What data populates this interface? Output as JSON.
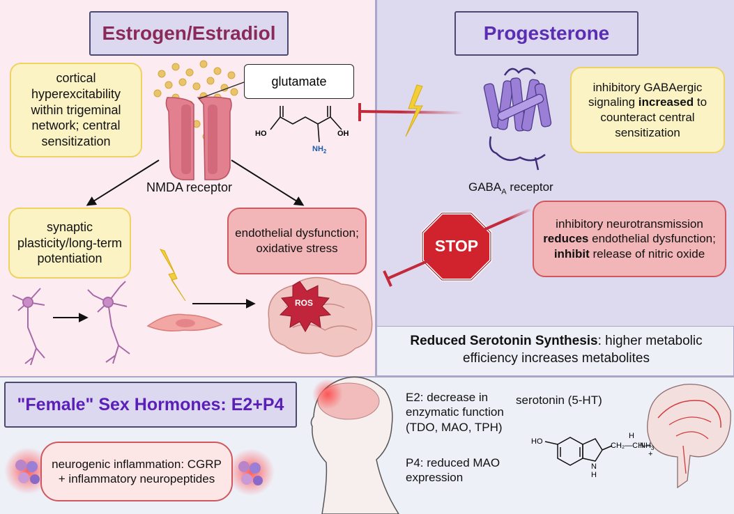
{
  "estrogen": {
    "title": "Estrogen/Estradiol",
    "hyperexcitability": "cortical hyperexcitability within trigeminal network; central sensitization",
    "glutamate_label": "glutamate",
    "nmda_label": "NMDA receptor",
    "synaptic": "synaptic plasticity/long-term potentiation",
    "endothelial": "endothelial dysfunction; oxidative stress",
    "ros_label": "ROS",
    "glutamate_structure": {
      "ho": "HO",
      "oh": "OH",
      "nh2": "NH",
      "nh2_sub": "2"
    }
  },
  "progesterone": {
    "title": "Progesterone",
    "gaba_label_main": "GABA",
    "gaba_label_sub": "A",
    "gaba_label_rest": " receptor",
    "gaba_box": {
      "part1": "inhibitory GABAergic signaling ",
      "bold": "increased",
      "part2": " to counteract central sensitization"
    },
    "inhibitory_box": {
      "part1": "inhibitory neurotransmission ",
      "bold1": "reduces",
      "part2": " endothelial dysfunction; ",
      "bold2": "inhibit",
      "part3": " release of nitric oxide"
    },
    "stop_label": "STOP"
  },
  "serotonin": {
    "heading_bold": "Reduced Serotonin Synthesis",
    "heading_rest": ": higher metabolic efficiency increases metabolites"
  },
  "bottom": {
    "female_title": "\"Female\" Sex Hormones: E2+P4",
    "inflammation": "neurogenic inflammation: CGRP + inflammatory neuropeptides",
    "e2_text": "E2: decrease in enzymatic function (TDO, MAO, TPH)",
    "p4_text": "P4: reduced MAO expression",
    "serotonin_label": "serotonin (5-HT)",
    "structure": {
      "ho": "HO",
      "h": "H",
      "nh3": "NH",
      "nh3_sub": "3",
      "plus": "+",
      "n": "N",
      "nh": "H",
      "chain": "CH₂—CH—"
    }
  },
  "colors": {
    "estrogen_title": "#8a2a58",
    "progesterone_title": "#5b2db2",
    "female_title": "#5b1fb8",
    "panel_estrogen": "#fcecf1",
    "panel_progesterone": "#ddd9ee",
    "inhibit_arrow": "#c2293b"
  }
}
